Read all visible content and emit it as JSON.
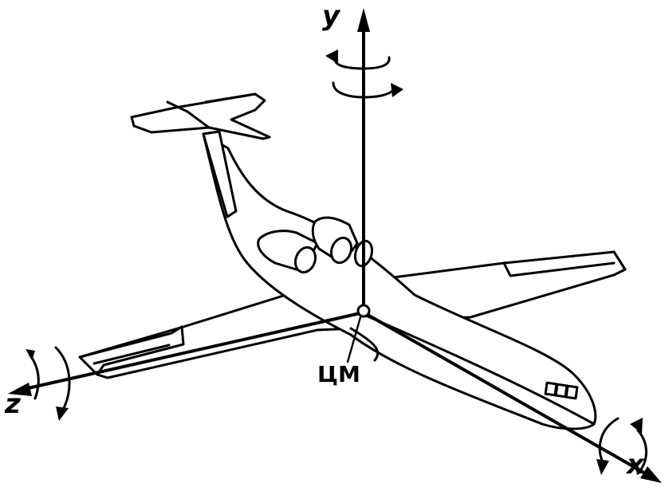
{
  "labels": {
    "y_axis": "y",
    "z_axis": "z",
    "x_axis": "x",
    "center_of_mass": "ЦМ"
  }
}
